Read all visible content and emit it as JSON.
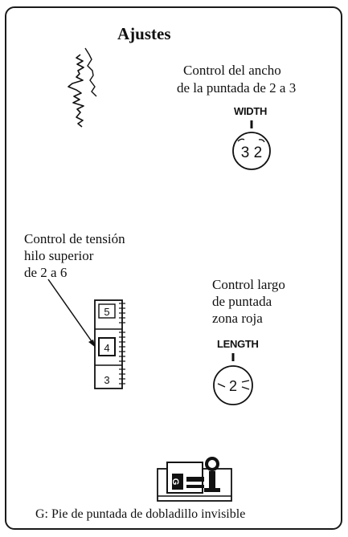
{
  "title": "Ajustes",
  "width_control": {
    "caption_line1": "Control del ancho",
    "caption_line2": "de la puntada de 2 a 3",
    "dial_label": "WIDTH",
    "dial_value": "3 2"
  },
  "tension_control": {
    "caption_line1": "Control de tensión",
    "caption_line2": "hilo superior",
    "caption_line3": "de 2 a 6",
    "tick_5": "5",
    "tick_4": "4",
    "tick_3": "3"
  },
  "length_control": {
    "caption_line1": "Control largo",
    "caption_line2": "de puntada",
    "caption_line3": "zona roja",
    "dial_label": "LENGTH",
    "dial_value": "2"
  },
  "presser_foot": {
    "letter": "G",
    "caption": "G: Pie de puntada de dobladillo invisible"
  }
}
